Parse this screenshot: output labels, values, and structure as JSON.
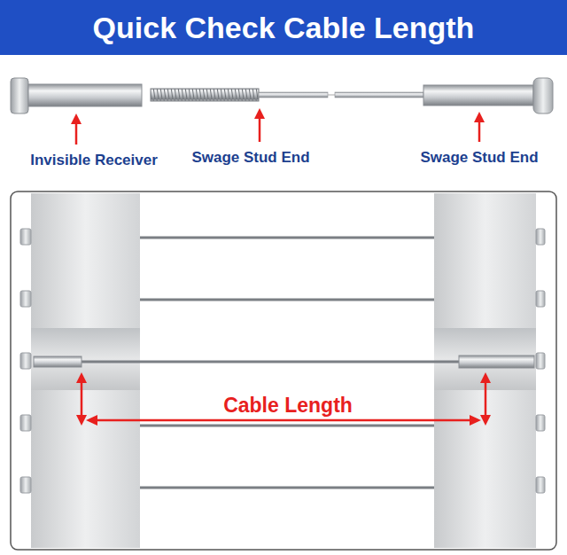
{
  "diagram": {
    "title": "Quick Check Cable Length",
    "labels": [
      "Invisible Receiver",
      "Swage Stud End",
      "Swage Stud End",
      "Cable Length"
    ]
  }
}
